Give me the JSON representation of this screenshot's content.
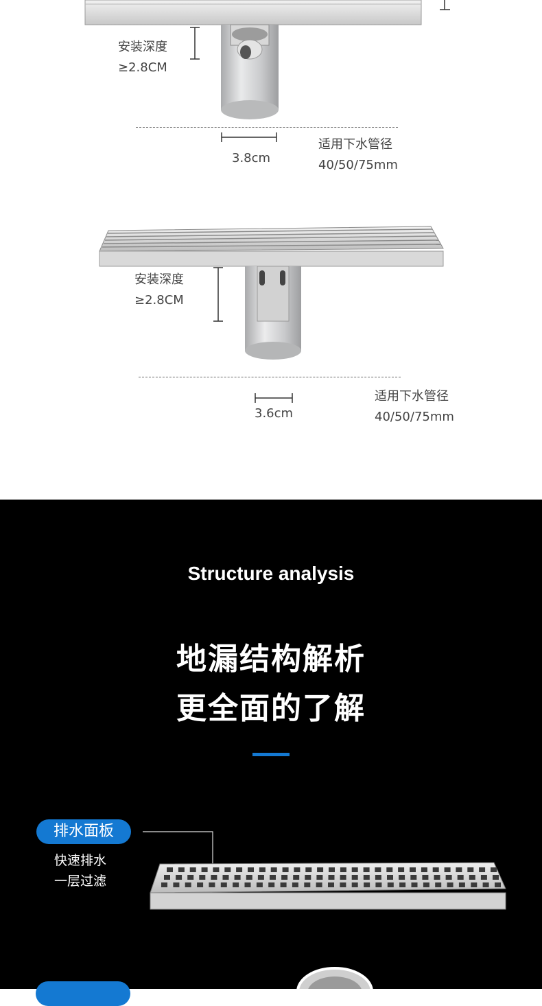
{
  "drain1": {
    "depth_label": "安装深度",
    "depth_value": "≥2.8CM",
    "width_value": "3.8cm",
    "pipe_label": "适用下水管径",
    "pipe_value": "40/50/75mm"
  },
  "drain2": {
    "depth_label": "安装深度",
    "depth_value": "≥2.8CM",
    "width_value": "3.6cm",
    "pipe_label": "适用下水管径",
    "pipe_value": "40/50/75mm"
  },
  "structure": {
    "heading_en": "Structure analysis",
    "heading_cn_line1": "地漏结构解析",
    "heading_cn_line2": "更全面的了解",
    "accent_color": "#1479d2",
    "panel_label": "排水面板",
    "panel_desc_line1": "快速排水",
    "panel_desc_line2": "一层过滤"
  }
}
